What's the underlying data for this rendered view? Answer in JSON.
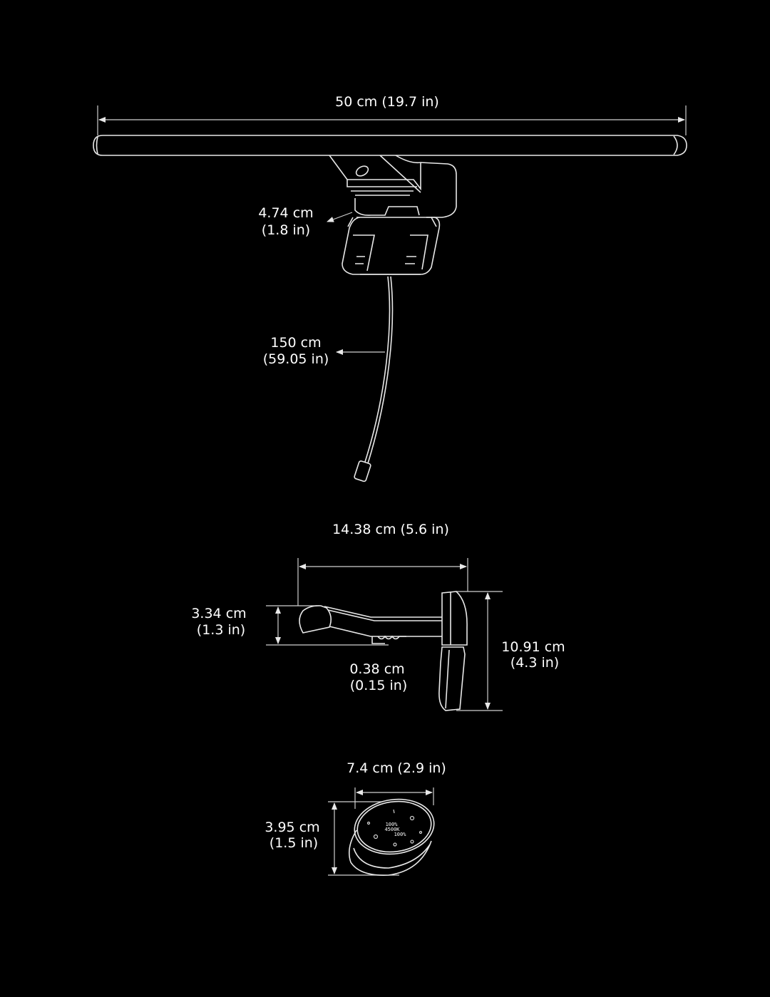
{
  "colors": {
    "background": "#000000",
    "line": "#e8e8e8",
    "text": "#ffffff"
  },
  "light_bar": {
    "length": "50 cm (19.7 in)",
    "clamp_depth": {
      "cm": "4.74 cm",
      "in": "(1.8 in)"
    },
    "cable_length": {
      "cm": "150 cm",
      "in": "(59.05 in)"
    }
  },
  "side_view": {
    "arm_length": "14.38 cm (5.6 in)",
    "head_height": {
      "cm": "3.34 cm",
      "in": "(1.3 in)"
    },
    "gap": {
      "cm": "0.38 cm",
      "in": "(0.15 in)"
    },
    "total_height": {
      "cm": "10.91 cm",
      "in": "(4.3 in)"
    }
  },
  "controller": {
    "diameter": "7.4 cm (2.9 in)",
    "height": {
      "cm": "3.95 cm",
      "in": "(1.5 in)"
    },
    "display": [
      "100%",
      "4500K",
      "100%"
    ]
  }
}
